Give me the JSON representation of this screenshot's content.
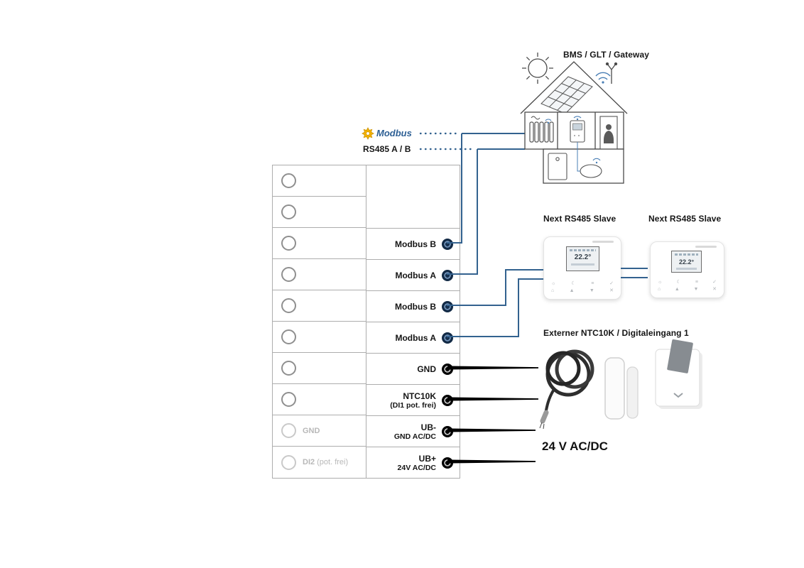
{
  "diagram": {
    "top": {
      "modbus_logo": "Modbus",
      "rs485_label": "RS485 A / B"
    },
    "bms_label": "BMS / GLT / Gateway",
    "slave1_label": "Next RS485 Slave",
    "slave2_label": "Next RS485 Slave",
    "extern_label": "Externer NTC10K / Digitaleingang 1",
    "supply_label": "24 V AC/DC"
  },
  "terminal_block": {
    "left_rows": [
      {
        "label": "",
        "sub": ""
      },
      {
        "label": "",
        "sub": ""
      },
      {
        "label": "",
        "sub": ""
      },
      {
        "label": "",
        "sub": ""
      },
      {
        "label": "",
        "sub": ""
      },
      {
        "label": "",
        "sub": ""
      },
      {
        "label": "",
        "sub": ""
      },
      {
        "label": "",
        "sub": ""
      },
      {
        "label": "GND",
        "sub": ""
      },
      {
        "label": "DI2",
        "sub": "(pot. frei)"
      }
    ],
    "right_rows": [
      {
        "label": "Modbus B",
        "sub": "",
        "wire": "blue"
      },
      {
        "label": "Modbus A",
        "sub": "",
        "wire": "blue"
      },
      {
        "label": "Modbus B",
        "sub": "",
        "wire": "blue"
      },
      {
        "label": "Modbus A",
        "sub": "",
        "wire": "blue"
      },
      {
        "label": "GND",
        "sub": "",
        "wire": "black"
      },
      {
        "label": "NTC10K",
        "sub": "(DI1 pot. frei)",
        "wire": "black"
      },
      {
        "label": "UB-",
        "sub": "GND AC/DC",
        "wire": "black"
      },
      {
        "label": "UB+",
        "sub": "24V AC/DC",
        "wire": "black"
      }
    ]
  },
  "thermostat": {
    "display_temp": "22.2°",
    "buttons": [
      "☼",
      "☾",
      "≡",
      "✓",
      "⌂",
      "▲",
      "▼",
      "✕"
    ]
  },
  "icon_names": [
    "modbus-gear-icon",
    "sun-icon",
    "house-icon",
    "solar-panel-icon",
    "wifi-icon",
    "radiator-icon",
    "room-thermostat-icon",
    "person-door-icon",
    "boiler-icon",
    "fan-coil-icon",
    "ntc-probe-icon",
    "door-contact-icon",
    "card-switch-icon",
    "screw-terminal-icon",
    "connector-dot-icon"
  ],
  "colors": {
    "wire_blue": "#33628f",
    "wire_black": "#000000",
    "modbus_yellow": "#f3b200",
    "modbus_text_blue": "#2d5f94",
    "muted_gray": "#b8b8b8"
  }
}
